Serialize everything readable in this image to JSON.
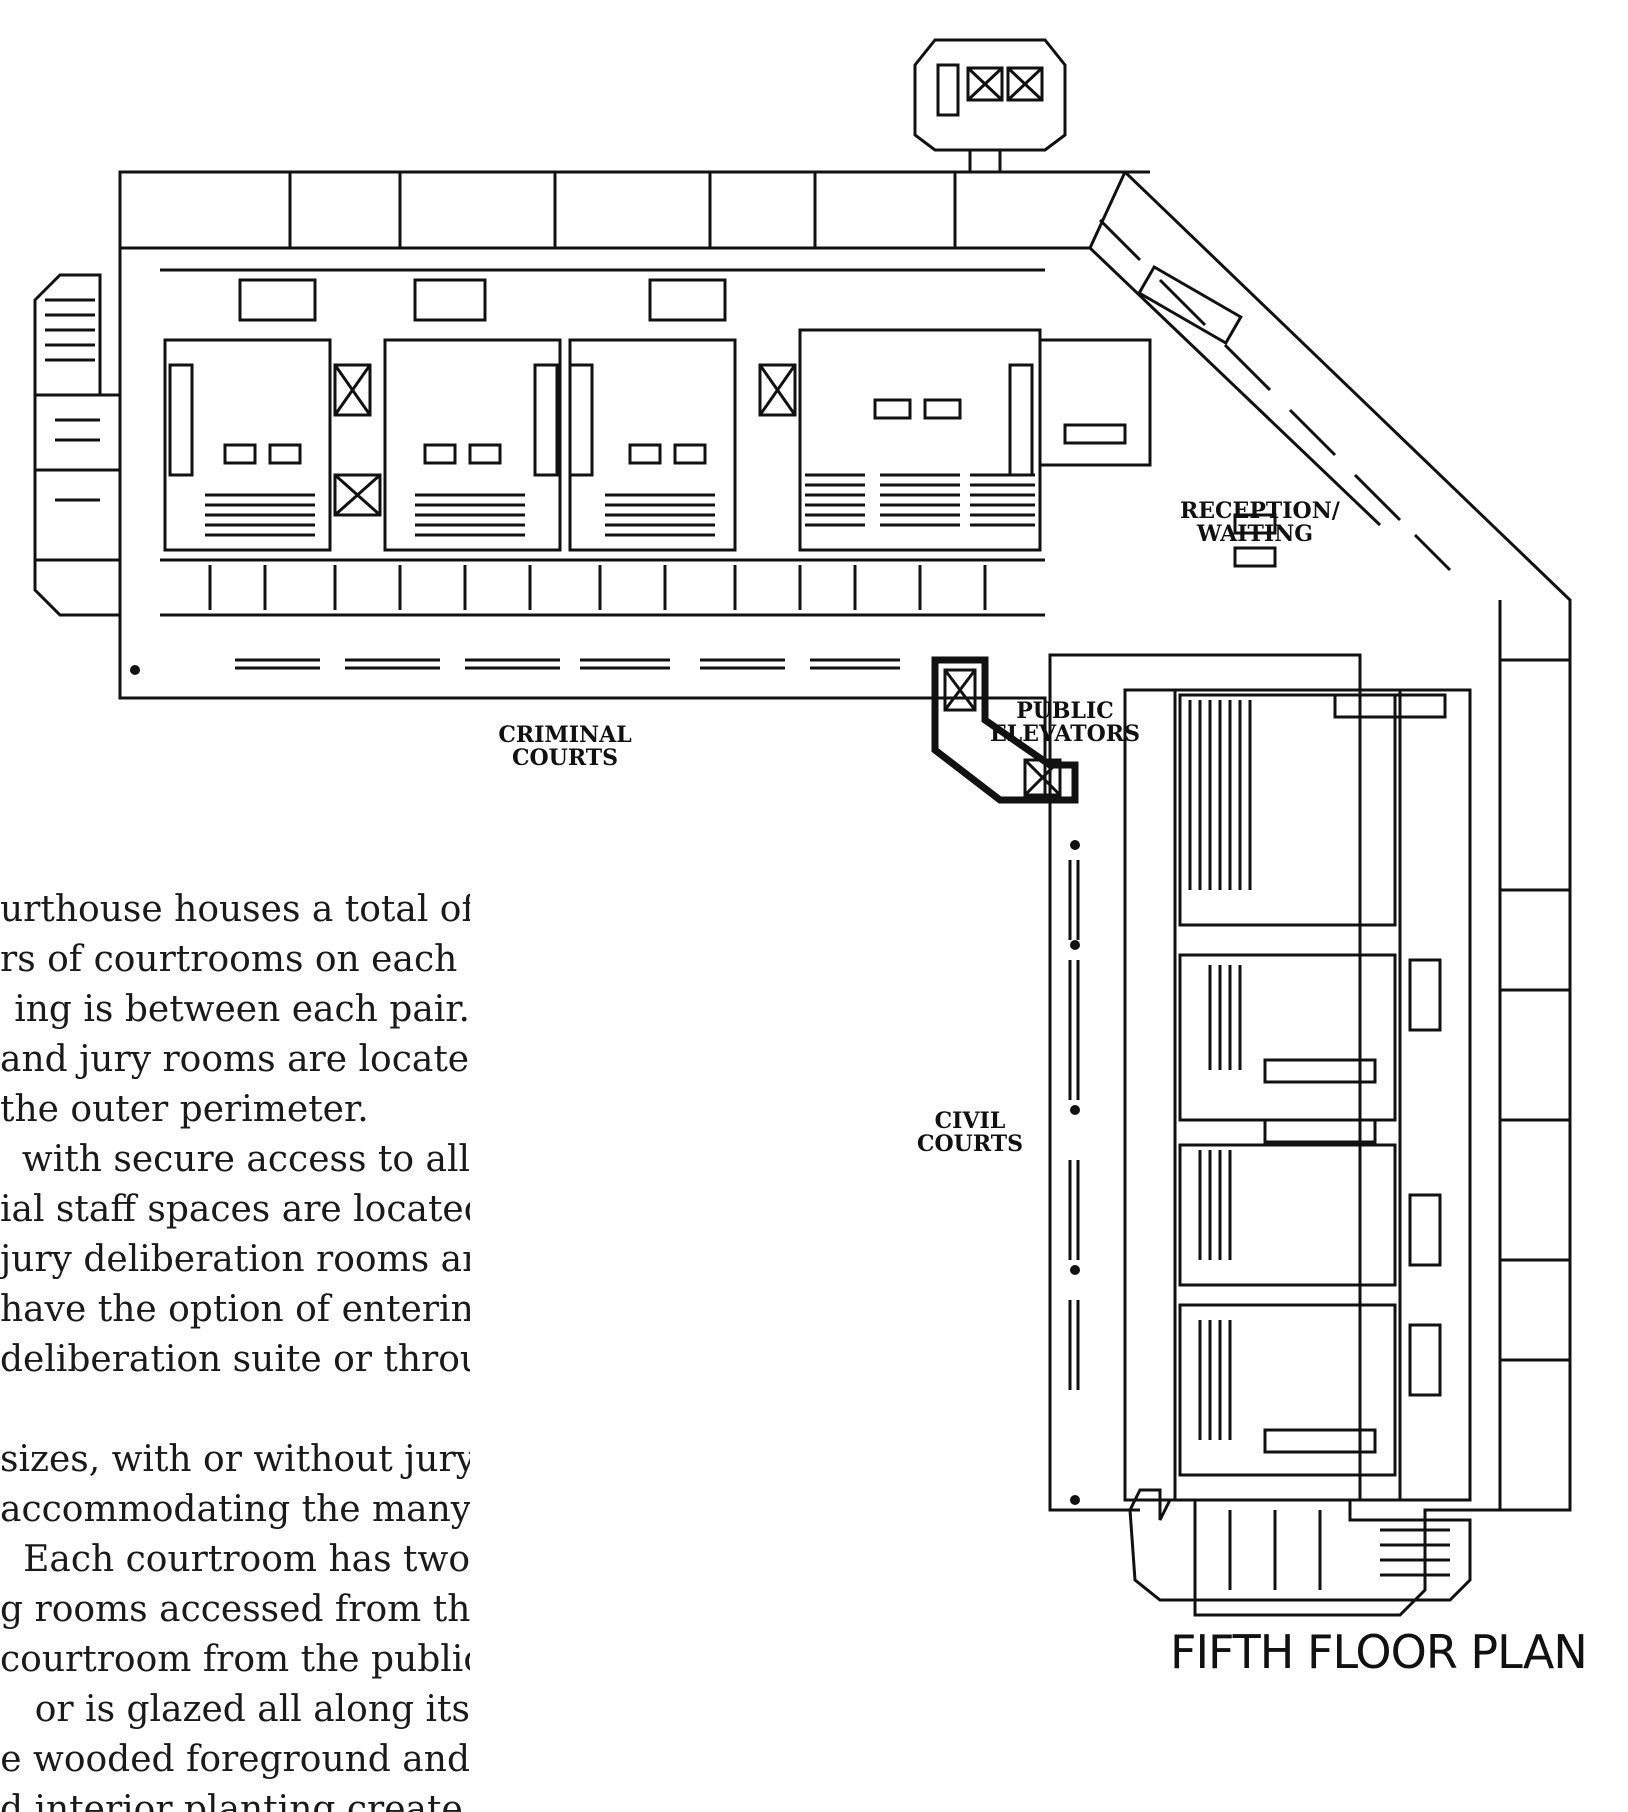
{
  "plan": {
    "labels": {
      "criminal_courts": [
        "CRIMINAL",
        "COURTS"
      ],
      "civil_courts": [
        "CIVIL",
        "COURTS"
      ],
      "public_elevators": [
        "PUBLIC",
        "ELEVATORS"
      ],
      "reception_waiting": [
        "RECEPTION/",
        "WAITING"
      ]
    },
    "title": "FIFTH FLOOR PLAN"
  },
  "body_text": {
    "paragraph_1": [
      "urthouse houses a total of",
      "rs of courtrooms on each of",
      "ing is between each pair.",
      "and jury rooms are located",
      "the outer perimeter."
    ],
    "paragraph_2": [
      "with secure access to all",
      "ial staff spaces are located",
      "jury deliberation rooms are",
      "have the option of entering",
      "deliberation suite or through"
    ],
    "paragraph_3": [
      "sizes, with or without jury",
      "accommodating the many",
      "Each courtroom has two",
      "g rooms accessed from the",
      "courtroom from the public",
      "or is glazed all along its",
      "e wooded foreground and",
      "d interior planting create a"
    ]
  }
}
